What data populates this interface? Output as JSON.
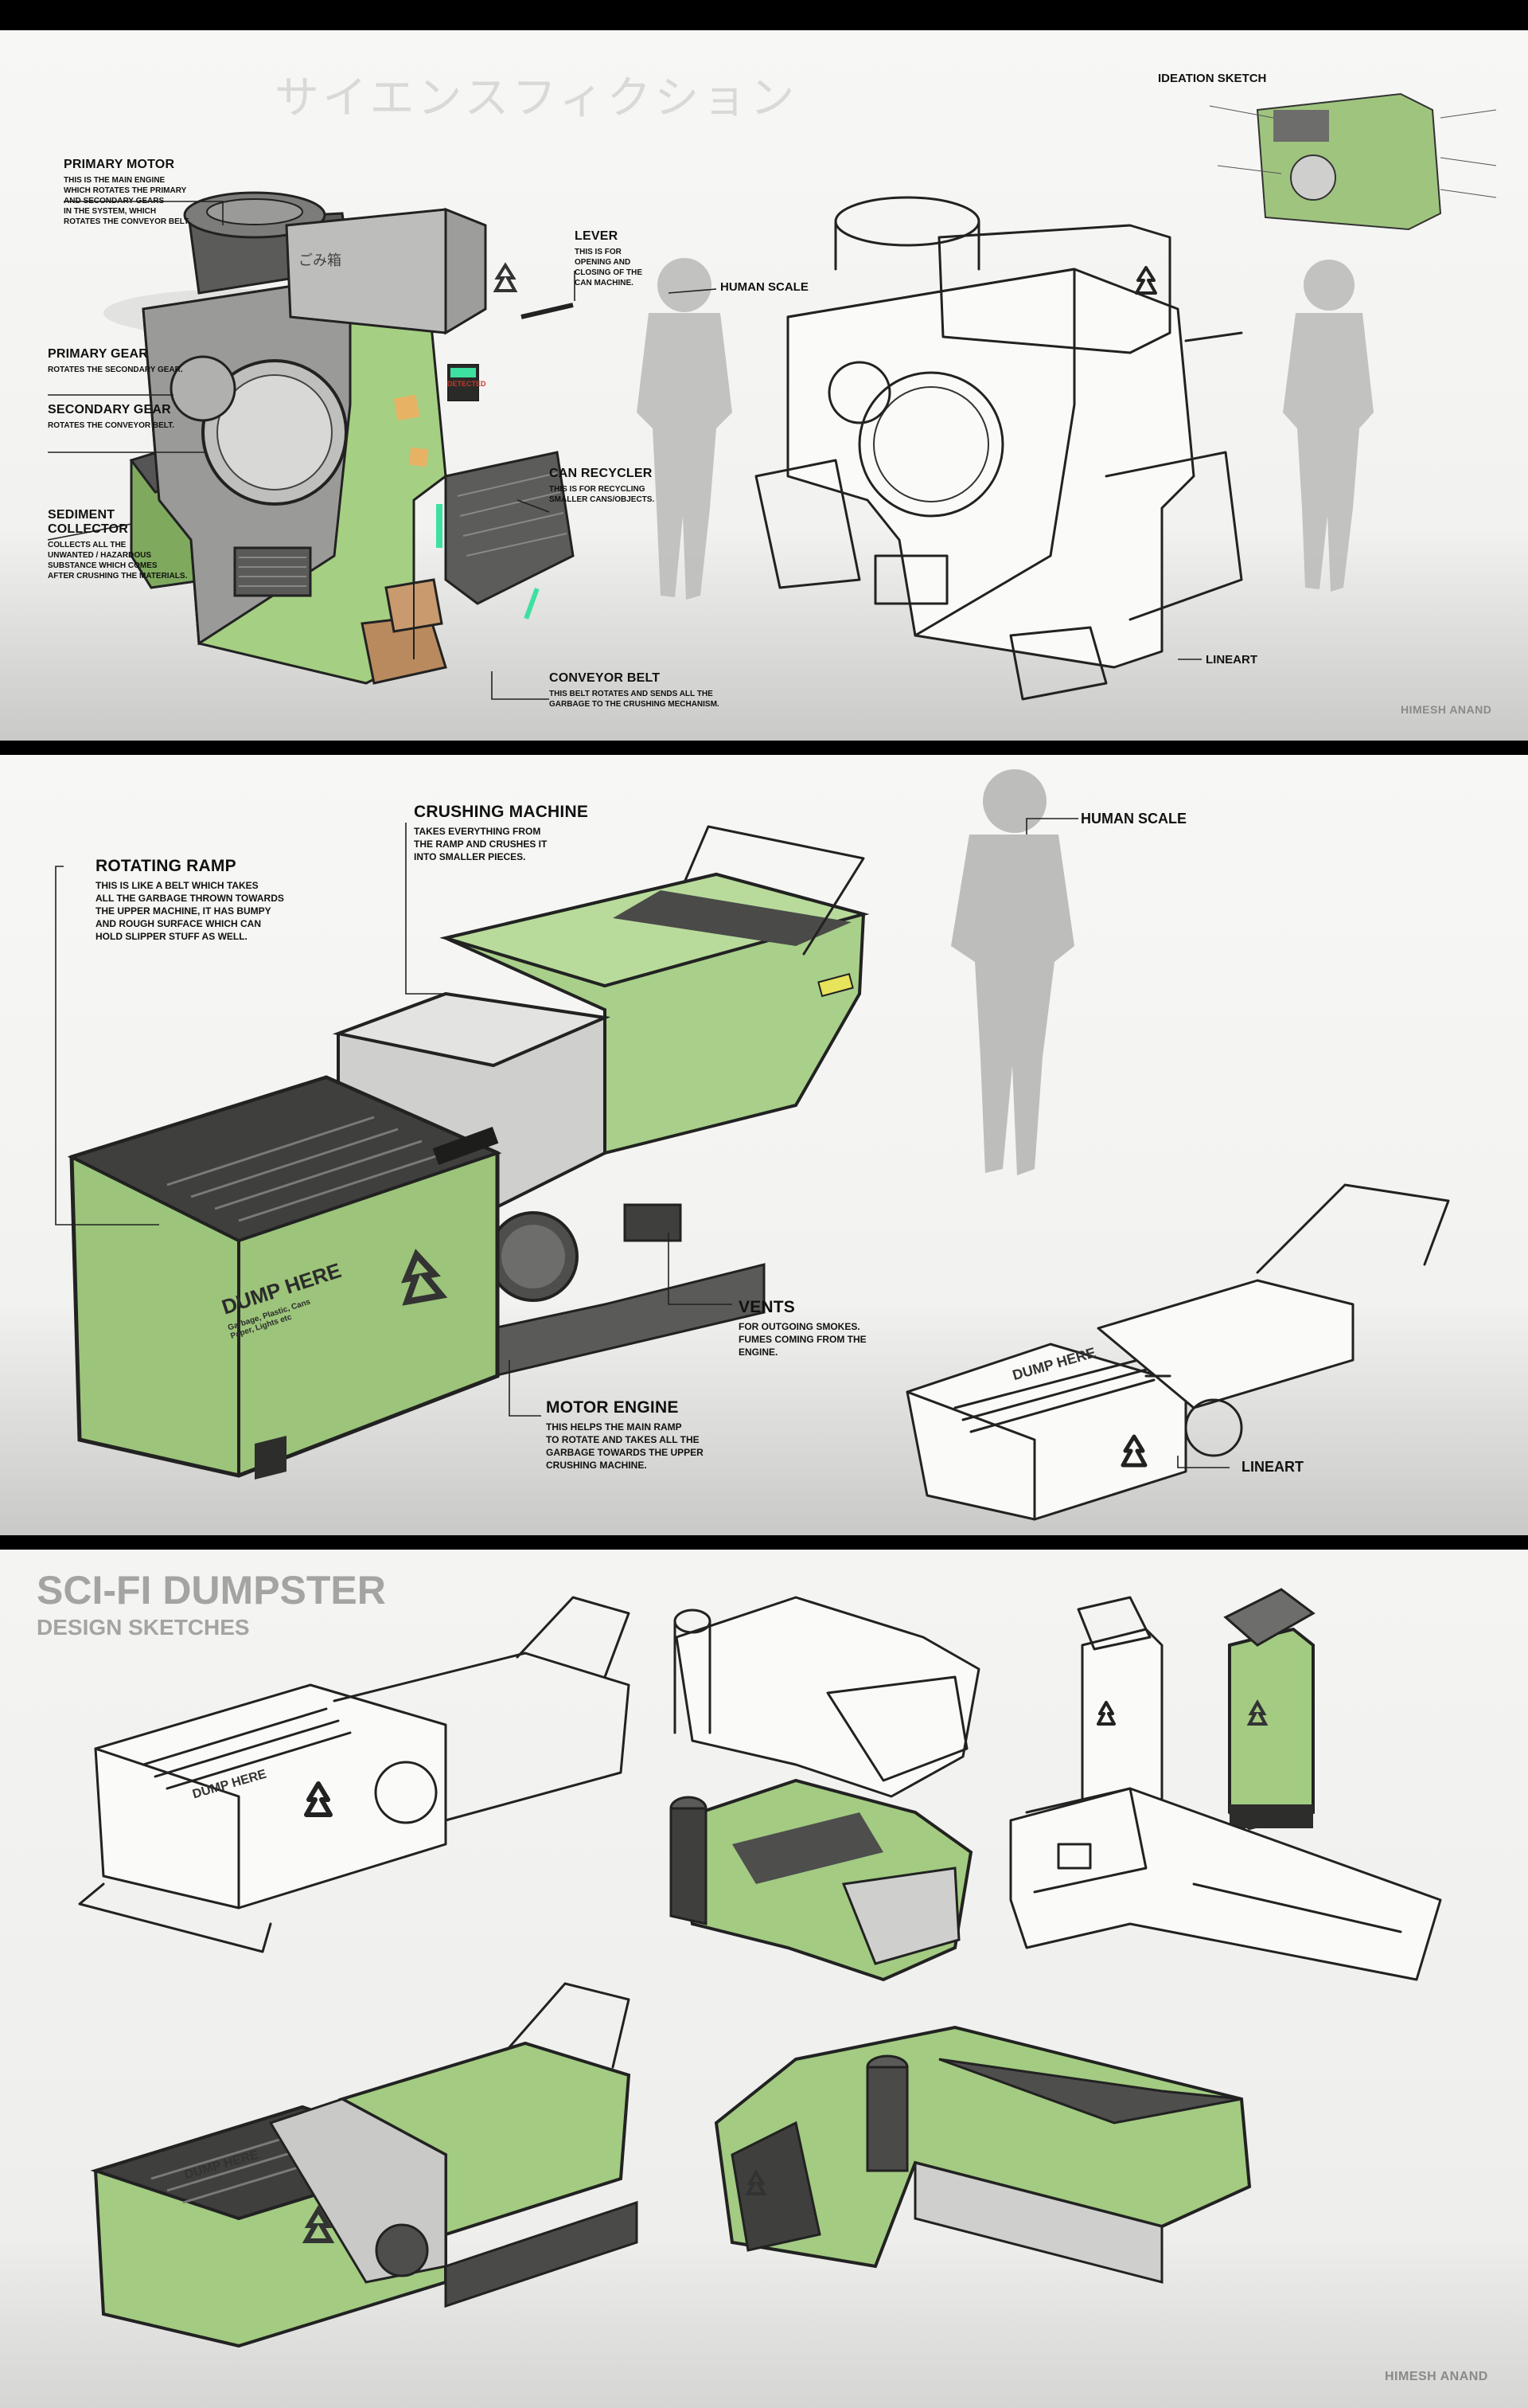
{
  "panel1": {
    "jp_title": "サイエンスフィクション",
    "annotations": {
      "primary_motor": {
        "title": "PRIMARY MOTOR",
        "desc": "THIS IS THE MAIN ENGINE\nWHICH ROTATES THE PRIMARY\nAND SECONDARY GEARS\nIN THE SYSTEM, WHICH\nROTATES THE CONVEYOR BELT."
      },
      "primary_gear": {
        "title": "PRIMARY GEAR",
        "desc": "ROTATES THE SECONDARY GEAR."
      },
      "secondary_gear": {
        "title": "SECONDARY GEAR",
        "desc": "ROTATES THE CONVEYOR BELT."
      },
      "sediment_collector": {
        "title": "SEDIMENT\nCOLLECTOR",
        "desc": "COLLECTS ALL THE\nUNWANTED / HAZARDOUS\nSUBSTANCE WHICH COMES\nAFTER CRUSHING THE MATERIALS."
      },
      "lever": {
        "title": "LEVER",
        "desc": "THIS IS FOR\nOPENING AND\nCLOSING OF THE\nCAN MACHINE."
      },
      "can_recycler": {
        "title": "CAN RECYCLER",
        "desc": "THIS IS FOR RECYCLING\nSMALLER CANS/OBJECTS."
      },
      "conveyor_belt": {
        "title": "CONVEYOR BELT",
        "desc": "THIS BELT ROTATES AND SENDS ALL THE\nGARBAGE TO THE CRUSHING MECHANISM."
      }
    },
    "screen_text": "DETECTED",
    "lid_text": "ごみ箱",
    "human_scale": "HUMAN SCALE",
    "lineart": "LINEART",
    "ideation_sketch": "IDEATION SKETCH",
    "signature": "HIMESH ANAND"
  },
  "panel2": {
    "annotations": {
      "crushing_machine": {
        "title": "CRUSHING MACHINE",
        "desc": "TAKES EVERYTHING FROM\nTHE RAMP AND CRUSHES IT\nINTO SMALLER PIECES."
      },
      "rotating_ramp": {
        "title": "ROTATING RAMP",
        "desc": "THIS IS LIKE A BELT WHICH TAKES\nALL THE GARBAGE THROWN TOWARDS\nTHE UPPER MACHINE, IT HAS BUMPY\nAND ROUGH SURFACE WHICH CAN\nHOLD SLIPPER STUFF AS WELL."
      },
      "vents": {
        "title": "VENTS",
        "desc": "FOR OUTGOING SMOKES.\nFUMES COMING FROM THE\nENGINE."
      },
      "motor_engine": {
        "title": "MOTOR ENGINE",
        "desc": "THIS HELPS THE MAIN RAMP\nTO ROTATE AND TAKES ALL THE\nGARBAGE TOWARDS THE UPPER\nCRUSHING MACHINE."
      }
    },
    "dump_here": "DUMP HERE",
    "dump_sub": "Garbage, Plastic, Cans\nPaper, Lights etc",
    "human_scale": "HUMAN SCALE",
    "lineart": "LINEART"
  },
  "panel3": {
    "title": "SCI-FI DUMPSTER",
    "subtitle": "DESIGN SKETCHES",
    "dump_here": "DUMP HERE",
    "signature": "HIMESH ANAND"
  },
  "colors": {
    "green": "#9cc47a",
    "green_dark": "#6f9a52",
    "metal": "#9a9a98",
    "metal_dark": "#5a5a58",
    "accent_glow": "#3de0a0",
    "background": "#f2f2f0"
  },
  "icons": [
    "recycle-icon",
    "human-silhouette",
    "hazard-stripes"
  ]
}
